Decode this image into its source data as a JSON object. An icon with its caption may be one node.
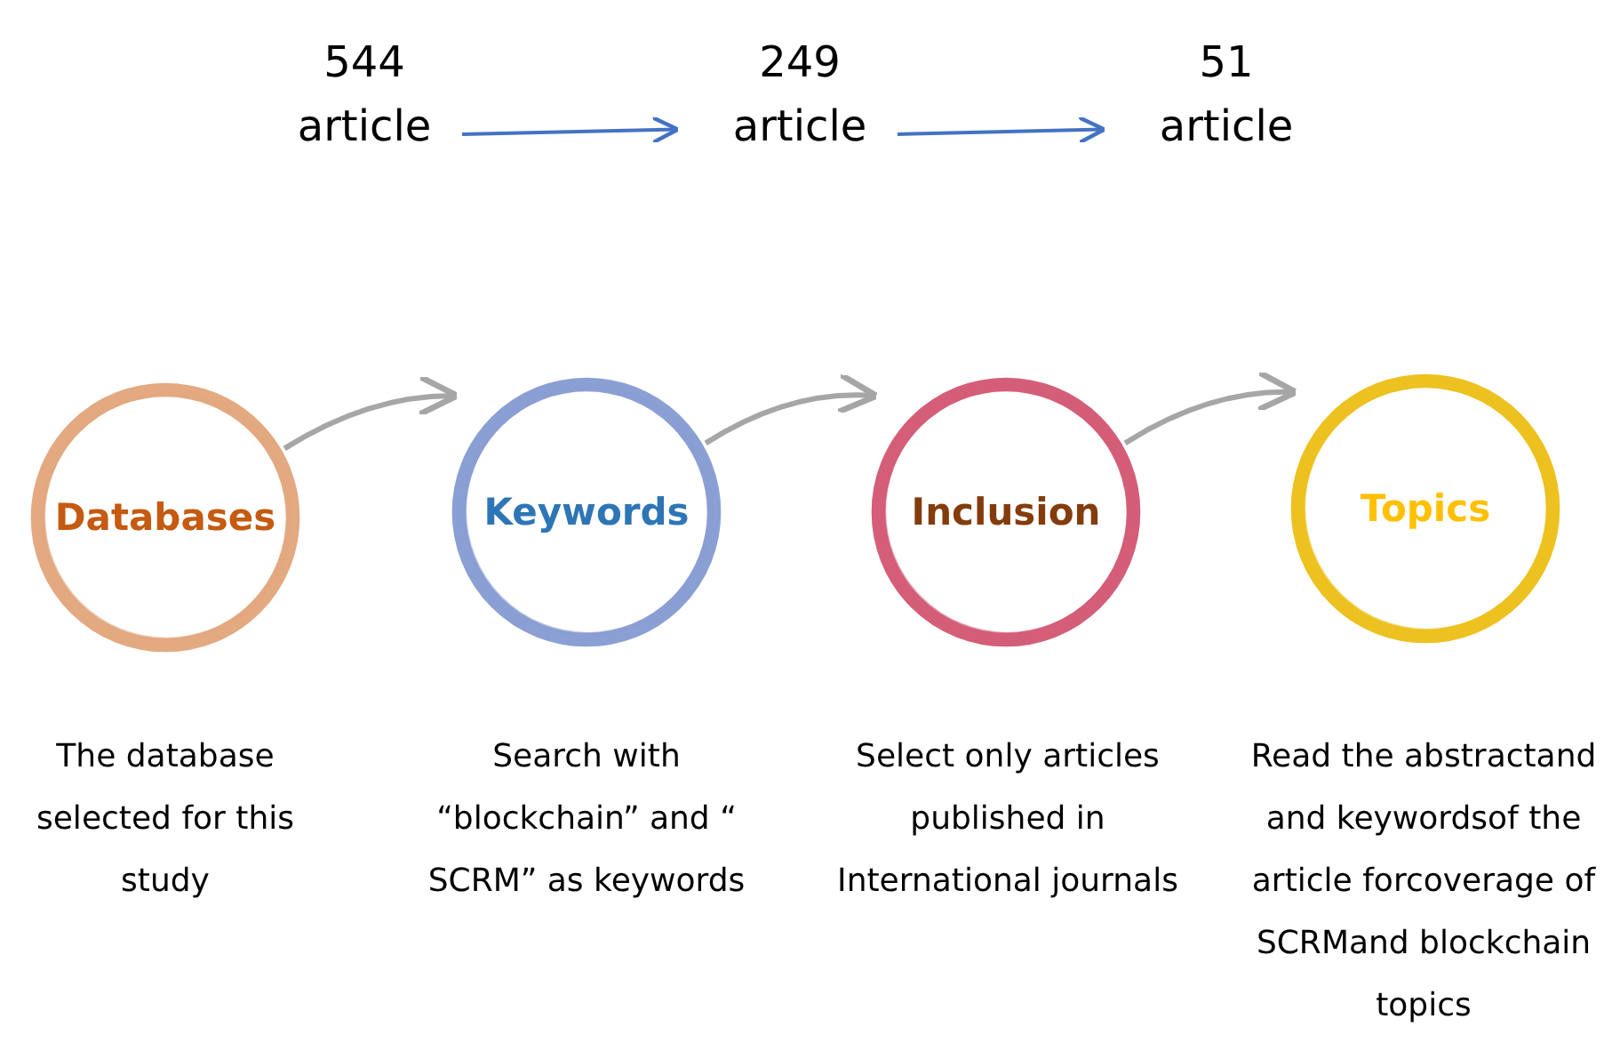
{
  "diagram": {
    "nodes": [
      {
        "text": [
          "Databases"
        ],
        "beside": [
          "The database selected for this study"
        ]
      },
      {
        "text": [
          "Keywords"
        ],
        "beside": [
          "Search with “blockchain” and “ SCRM” as keywords"
        ]
      },
      {
        "text": [
          "Inclusion"
        ],
        "beside": [
          "Select only articles published in International journals"
        ]
      },
      {
        "text": [
          "Topics"
        ],
        "beside": [
          "Read the abstractand and keywordsof the article forcoverage of SCRMand blockchain topics"
        ]
      },
      {
        "text": [
          "544 article"
        ]
      },
      {
        "text": [
          "249 article"
        ]
      },
      {
        "text": [
          "51 article"
        ]
      }
    ],
    "edges": [
      {
        "from": 4,
        "to": 5,
        "arrow": "to",
        "color": "#4472c4"
      },
      {
        "from": 5,
        "to": 6,
        "arrow": "to",
        "color": "#4472c4"
      },
      {
        "from": 0,
        "to": 1,
        "arrow": "to"
      },
      {
        "from": 1,
        "to": 2,
        "arrow": "to"
      },
      {
        "from": 2,
        "to": 3,
        "arrow": "to"
      }
    ]
  }
}
